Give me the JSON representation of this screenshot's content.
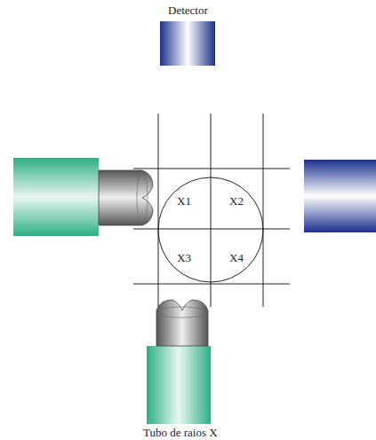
{
  "diagram": {
    "labels": [
      "Detector",
      "X1",
      "X2",
      "X3",
      "X4",
      "Tubo de raios X"
    ]
  }
}
